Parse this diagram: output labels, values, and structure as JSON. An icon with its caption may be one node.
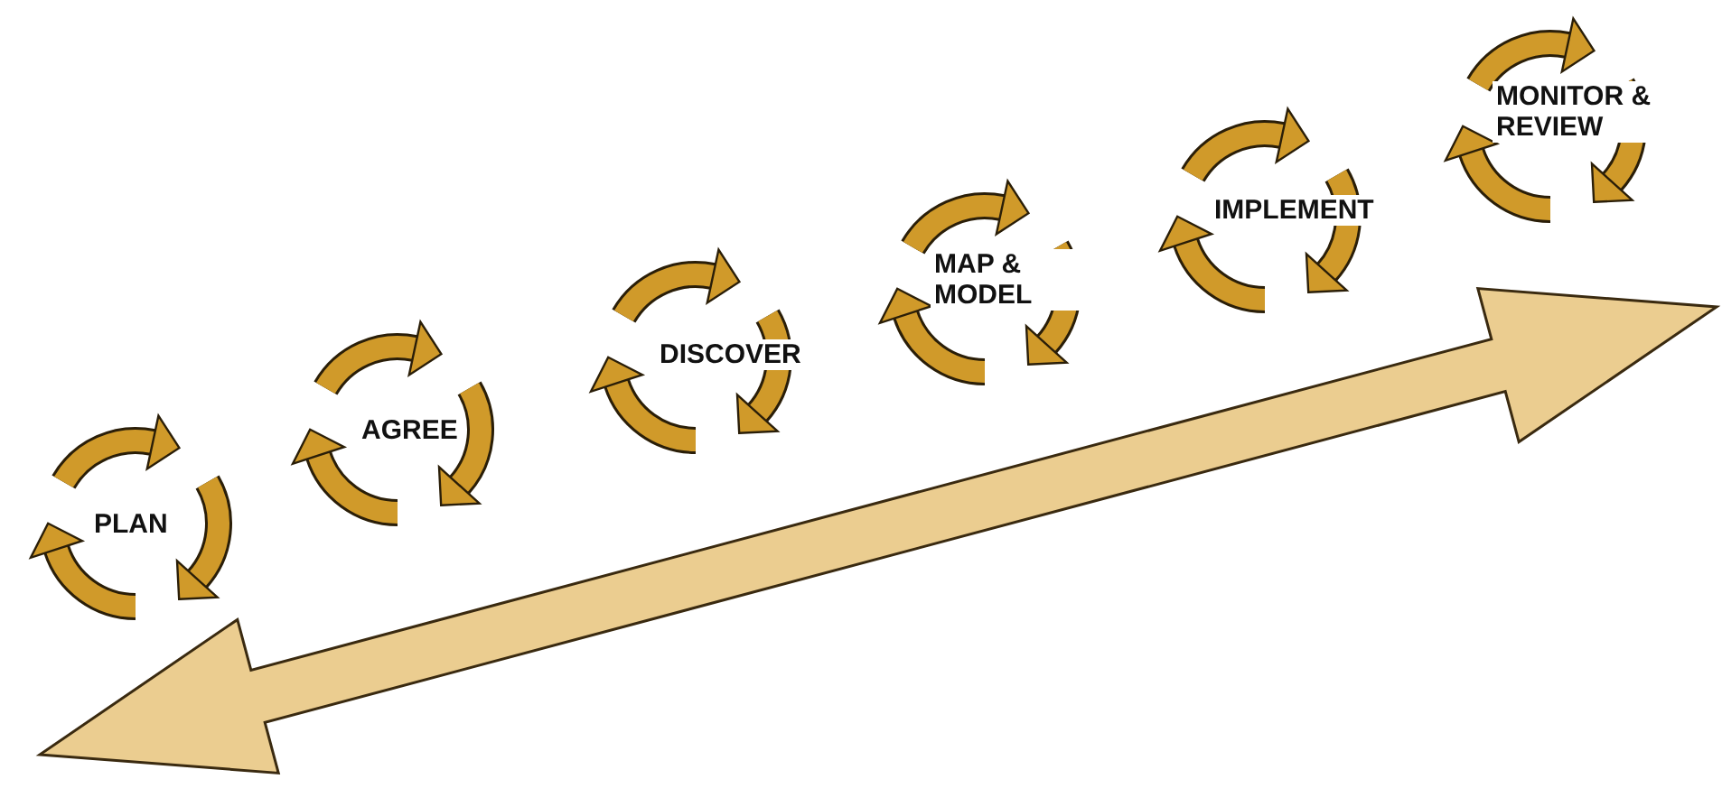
{
  "diagram": {
    "nodes": [
      {
        "text": [
          "PLAN"
        ]
      },
      {
        "text": [
          "AGREE"
        ]
      },
      {
        "text": [
          "DISCOVER"
        ]
      },
      {
        "text": [
          "MAP & MODEL"
        ]
      },
      {
        "text": [
          "IMPLEMENT"
        ]
      },
      {
        "text": [
          "MONITOR & REVIEW"
        ]
      }
    ]
  }
}
